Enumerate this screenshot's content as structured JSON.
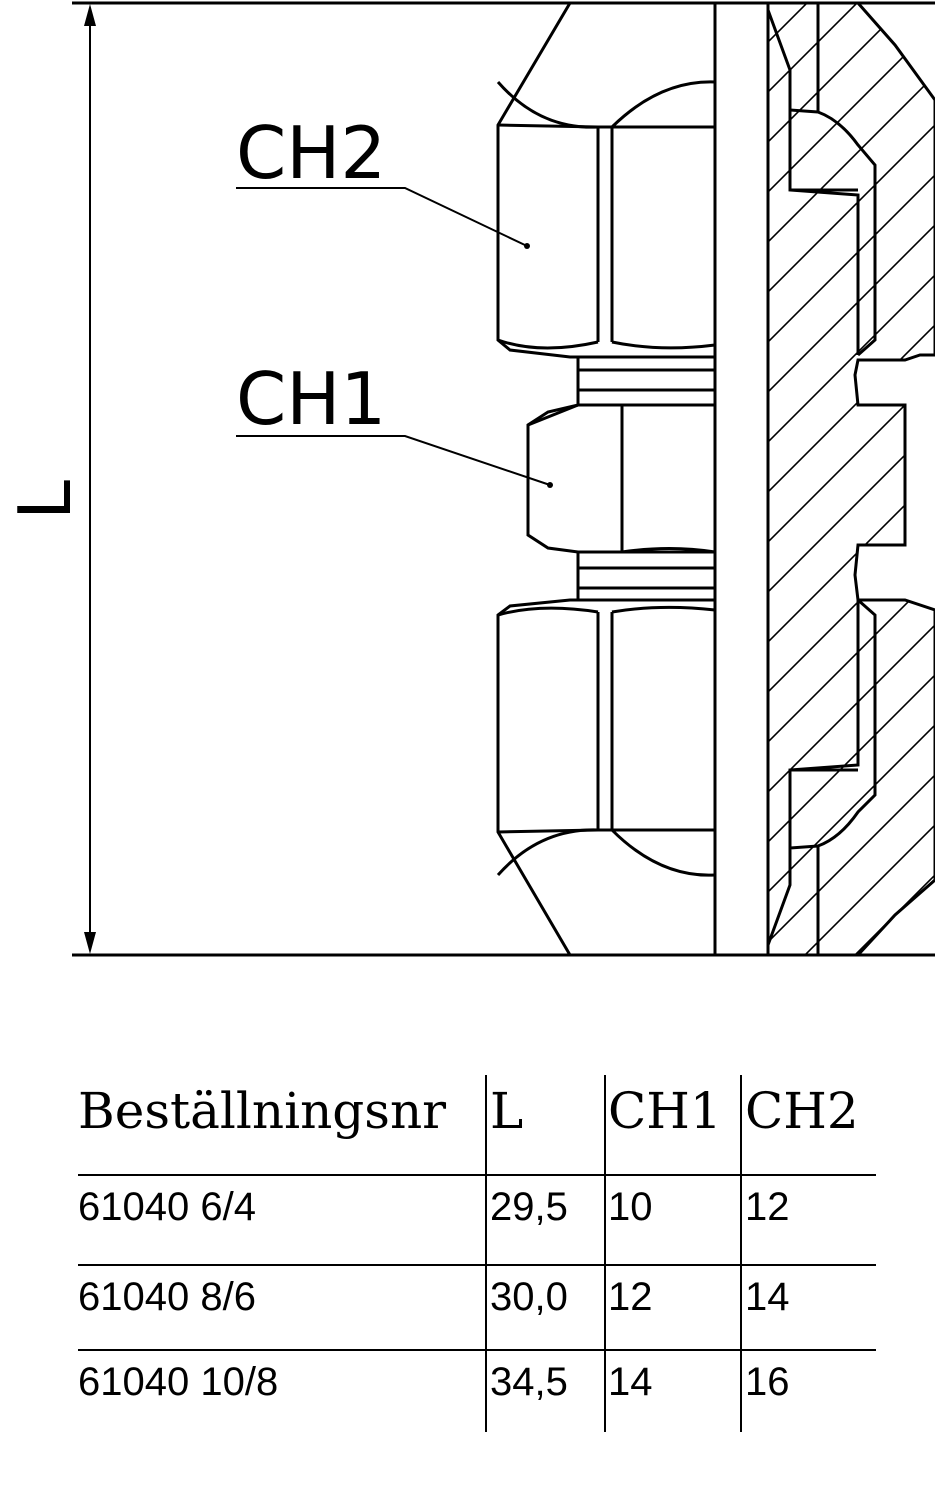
{
  "drawing": {
    "callouts": {
      "ch2": "CH2",
      "ch1": "CH1"
    },
    "dimension_label": "L"
  },
  "table": {
    "headers": [
      "Beställningsnr",
      "L",
      "CH1",
      "CH2"
    ],
    "rows": [
      [
        "61040 6/4",
        "29,5",
        "10",
        "12"
      ],
      [
        "61040 8/6",
        "30,0",
        "12",
        "14"
      ],
      [
        "61040 10/8",
        "34,5",
        "14",
        "16"
      ]
    ]
  }
}
